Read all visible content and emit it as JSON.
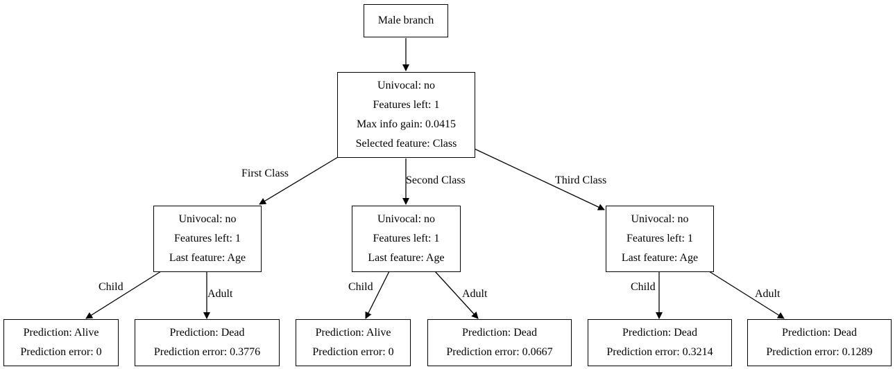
{
  "root": {
    "line1": "Male branch"
  },
  "class_split": {
    "univocal": "Univocal: no",
    "features_left": "Features left: 1",
    "max_info_gain": "Max info gain: 0.0415",
    "selected_feature": "Selected feature: Class"
  },
  "edge_labels": {
    "first_class": "First Class",
    "second_class": "Second Class",
    "third_class": "Third Class",
    "child_1": "Child",
    "adult_1": "Adult",
    "child_2": "Child",
    "adult_2": "Adult",
    "child_3": "Child",
    "adult_3": "Adult"
  },
  "age_nodes": [
    {
      "univocal": "Univocal: no",
      "features_left": "Features left: 1",
      "last_feature": "Last feature: Age"
    },
    {
      "univocal": "Univocal: no",
      "features_left": "Features left: 1",
      "last_feature": "Last feature: Age"
    },
    {
      "univocal": "Univocal: no",
      "features_left": "Features left: 1",
      "last_feature": "Last feature: Age"
    }
  ],
  "leaves": [
    {
      "prediction": "Prediction: Alive",
      "error": "Prediction error: 0"
    },
    {
      "prediction": "Prediction: Dead",
      "error": "Prediction error: 0.3776"
    },
    {
      "prediction": "Prediction: Alive",
      "error": "Prediction error: 0"
    },
    {
      "prediction": "Prediction: Dead",
      "error": "Prediction error: 0.0667"
    },
    {
      "prediction": "Prediction: Dead",
      "error": "Prediction error: 0.3214"
    },
    {
      "prediction": "Prediction: Dead",
      "error": "Prediction error: 0.1289"
    }
  ]
}
